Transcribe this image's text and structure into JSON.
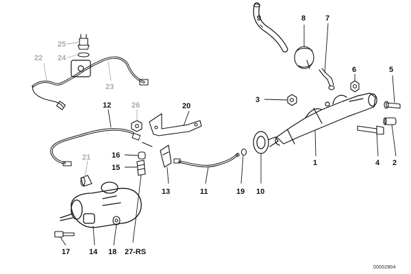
{
  "diagram": {
    "callouts": [
      {
        "key": "c1",
        "text": "1",
        "dim": false
      },
      {
        "key": "c2",
        "text": "2",
        "dim": false
      },
      {
        "key": "c3",
        "text": "3",
        "dim": false
      },
      {
        "key": "c4",
        "text": "4",
        "dim": false
      },
      {
        "key": "c5",
        "text": "5",
        "dim": false
      },
      {
        "key": "c6",
        "text": "6",
        "dim": false
      },
      {
        "key": "c7",
        "text": "7",
        "dim": false
      },
      {
        "key": "c8",
        "text": "8",
        "dim": false
      },
      {
        "key": "c9",
        "text": "9",
        "dim": false
      },
      {
        "key": "c10",
        "text": "10",
        "dim": false
      },
      {
        "key": "c11",
        "text": "11",
        "dim": false
      },
      {
        "key": "c12",
        "text": "12",
        "dim": false
      },
      {
        "key": "c13",
        "text": "13",
        "dim": false
      },
      {
        "key": "c14",
        "text": "14",
        "dim": false
      },
      {
        "key": "c15",
        "text": "15",
        "dim": false
      },
      {
        "key": "c16",
        "text": "16",
        "dim": false
      },
      {
        "key": "c17",
        "text": "17",
        "dim": false
      },
      {
        "key": "c18",
        "text": "18",
        "dim": false
      },
      {
        "key": "c19",
        "text": "19",
        "dim": false
      },
      {
        "key": "c20",
        "text": "20",
        "dim": false
      },
      {
        "key": "c21",
        "text": "21",
        "dim": true
      },
      {
        "key": "c22",
        "text": "22",
        "dim": true
      },
      {
        "key": "c23",
        "text": "23",
        "dim": true
      },
      {
        "key": "c24",
        "text": "24",
        "dim": true
      },
      {
        "key": "c25",
        "text": "25",
        "dim": true
      },
      {
        "key": "c26",
        "text": "26",
        "dim": true
      },
      {
        "key": "c27",
        "text": "27-RS",
        "dim": false
      }
    ],
    "reference_code": "00002804",
    "colors": {
      "line": "#111111",
      "dim": "#aaaaaa",
      "background": "#ffffff"
    }
  }
}
